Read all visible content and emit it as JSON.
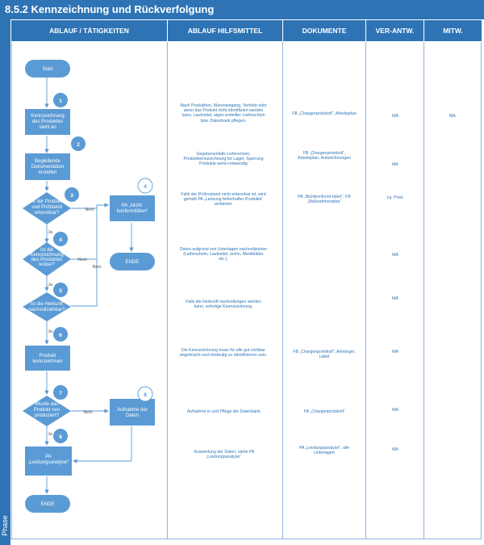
{
  "title": "8.5.2 Kennzeichnung und Rückverfolgung",
  "phase_label": "Phase",
  "columns": [
    "ABLAUF / TÄTIGKEITEN",
    "ABLAUF HILFSMITTEL",
    "DOKUMENTE",
    "VER-ANTW.",
    "MITW."
  ],
  "nodes": {
    "start": "Start",
    "s1": [
      "Kennzeichnung",
      "des Produktes",
      "steht an"
    ],
    "s2": [
      "Begleitende",
      "Dokumentation",
      "erstellen"
    ],
    "d3": [
      "Ist der Produkt-",
      "und Prüfstand",
      "erkennbar?"
    ],
    "pa_nk": [
      "PA „Nicht-",
      "konformitäten“"
    ],
    "ende1": "ENDE",
    "d4": [
      "Ist die",
      "Kennzeichnung",
      "des Produktes",
      "lesbar?"
    ],
    "d5": [
      "Ist die Herkunft",
      "nachvollziehbar?"
    ],
    "s6": [
      "Produkt",
      "kennzeichnen"
    ],
    "d7": [
      "Wurde das",
      "Produkt neu",
      "produziert?"
    ],
    "aufnahme": [
      "Aufnahme der",
      "Daten"
    ],
    "pa_la": [
      "PA",
      "„Leistungsanalyse“"
    ],
    "ende2": "ENDE"
  },
  "badges": [
    "1",
    "2",
    "3",
    "4",
    "5",
    "6",
    "7",
    "8",
    "4",
    "8"
  ],
  "edge_labels": {
    "nein": "Nein",
    "ja": "Ja"
  },
  "rows": [
    {
      "hilfsmittel": "Nach Produktion, Wareneingang, Vertrieb oder wenn das Produkt nicht identifiziert werden kann. Laufzettel, eigen erstellter Lieferschein bzw. Datenbank pflegen.",
      "dokumente": "FB „Chargenprotokoll“, Arbeitsplan",
      "verantw": "MA",
      "mitw": "MA"
    },
    {
      "hilfsmittel": "Gegebenenfalls Lieferschein, Produktkennzeichnung für Lager, Sperrung Produkte wenn notwendig",
      "dokumente": "FB „Chargenprotokoll“, Arbeitsplan, Aufzeichnungen",
      "verantw": "MA",
      "mitw": ""
    },
    {
      "hilfsmittel": "Falls der Prüfzustand nicht erkennbar ist, wird gemäß PA „Lenkung fehlerhafter Produkte“ verfahren.",
      "dokumente": "PA „Nichtkonformi-täten“, FB „Maßnahmenplan“",
      "verantw": "Lg. Prod.",
      "mitw": ""
    },
    {
      "hilfsmittel": "Daten aufgrund von Unterlagen nachvollziehen (Lieferschein, Laufzettel, techn. Merkblätter etc.).",
      "dokumente": "",
      "verantw": "MA",
      "mitw": ""
    },
    {
      "hilfsmittel": "Falls die Herkunft nachvollzogen werden kann, sofortige Kennzeichnung.",
      "dokumente": "",
      "verantw": "MA",
      "mitw": ""
    },
    {
      "hilfsmittel": "Die Kennzeichnung muss für alle gut sichtbar angebracht und eindeutig zu identifizieren sein.",
      "dokumente": "FB „Chargenprotokoll“, Anhänger, Label",
      "verantw": "MA",
      "mitw": ""
    },
    {
      "hilfsmittel": "Aufnahme in und Pflege der Datenbank.",
      "dokumente": "FB „Chargenprotokoll“",
      "verantw": "MA",
      "mitw": ""
    },
    {
      "hilfsmittel": "Auswertung der Daten, siehe PA „Leistungsanalyse“.",
      "dokumente": "PA „Leistungsanalyse“, alle Unterlagen",
      "verantw": "MA",
      "mitw": ""
    }
  ],
  "colors": {
    "header": "#2e74b5",
    "shape": "#5b9bd5",
    "badge": "#5b9bd5",
    "line": "#5b9bd5",
    "text_blue": "#2e74b5"
  }
}
